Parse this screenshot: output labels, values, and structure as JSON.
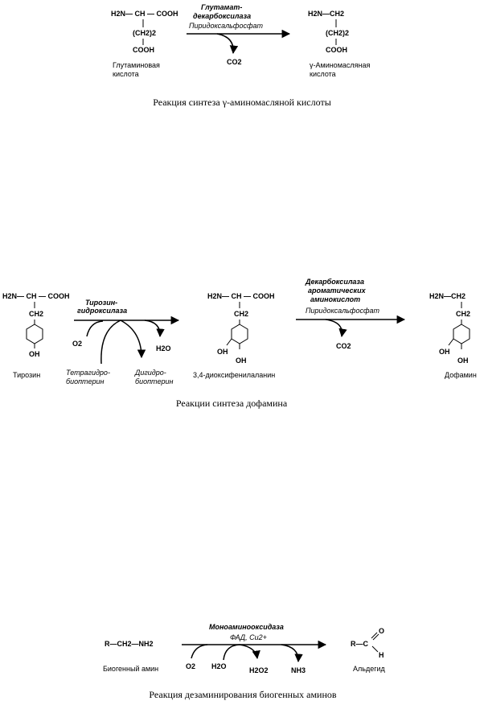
{
  "reaction1": {
    "substrate_top": "H2N— CH — COOH",
    "substrate_mid": "(CH2)2",
    "substrate_bottom": "COOH",
    "substrate_name_1": "Глутаминовая",
    "substrate_name_2": "кислота",
    "enzyme_1": "Глутамат-",
    "enzyme_2": "декарбоксилаза",
    "cofactor": "Пиридоксальфосфат",
    "byproduct": "CO2",
    "product_top": "H2N—CH2",
    "product_mid": "(CH2)2",
    "product_bottom": "COOH",
    "product_name_1": "γ-Аминомасляная",
    "product_name_2": "кислота",
    "caption": "Реакция синтеза γ-аминомасляной кислоты"
  },
  "reaction2": {
    "tyr_top": "H2N— CH — COOH",
    "tyr_ch2": "CH2",
    "tyr_oh": "OH",
    "tyr_name": "Тирозин",
    "enzyme1_1": "Тирозин-",
    "enzyme1_2": "гидроксилаза",
    "o2": "O2",
    "h2o": "H2O",
    "cof_in_1": "Тетрагидро-",
    "cof_in_2": "биоптерин",
    "cof_out_1": "Дигидро-",
    "cof_out_2": "биоптерин",
    "dopa_top": "H2N— CH — COOH",
    "dopa_ch2": "CH2",
    "dopa_oh1": "OH",
    "dopa_oh2": "OH",
    "dopa_name": "3,4-диоксифенилаланин",
    "enzyme2_1": "Декарбоксилаза",
    "enzyme2_2": "ароматических",
    "enzyme2_3": "аминокислот",
    "cofactor2": "Пиридоксальфосфат",
    "co2": "CO2",
    "dopamine_top": "H2N—CH2",
    "dopamine_ch2": "CH2",
    "dopamine_oh1": "OH",
    "dopamine_oh2": "OH",
    "dopamine_name": "Дофамин",
    "caption": "Реакции синтеза дофамина"
  },
  "reaction3": {
    "substrate": "R—CH2—NH2",
    "substrate_name": "Биогенный амин",
    "enzyme": "Моноаминооксидаза",
    "cofactor": "ФАД, Cu2+",
    "o2": "O2",
    "h2o": "H2O",
    "h2o2": "H2O2",
    "nh3": "NH3",
    "product_r": "R—C",
    "product_o": "O",
    "product_h": "H",
    "product_name": "Альдегид",
    "caption": "Реакция дезаминирования биогенных аминов"
  }
}
